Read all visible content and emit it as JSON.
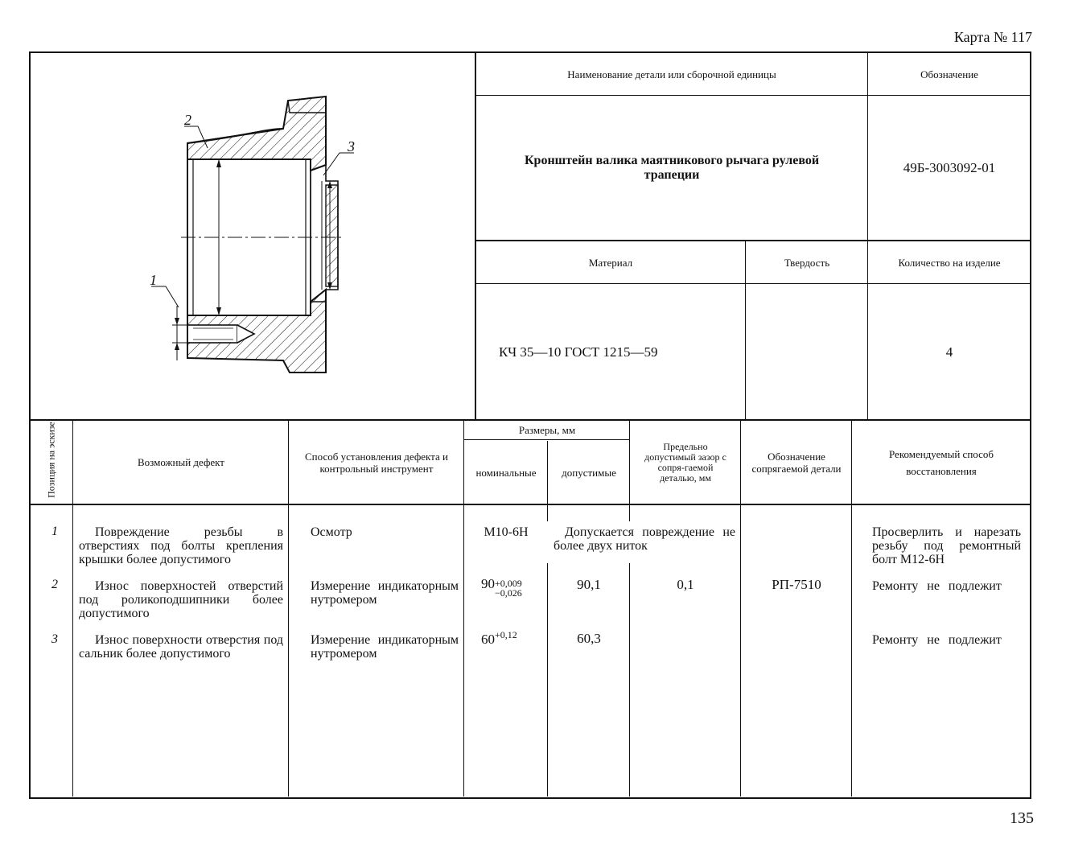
{
  "card_label": "Карта № 117",
  "page_number": "135",
  "header": {
    "part_name_label": "Наименование детали или сборочной единицы",
    "designation_label": "Обозначение",
    "part_name": "Кронштейн валика маятникового рычага рулевой трапеции",
    "designation": "49Б-3003092-01",
    "material_label": "Материал",
    "hardness_label": "Твердость",
    "quantity_label": "Количество на изделие",
    "material": "КЧ 35—10 ГОСТ 1215—59",
    "hardness": "",
    "quantity": "4"
  },
  "sketch": {
    "callouts": [
      "1",
      "2",
      "3"
    ]
  },
  "table": {
    "columns": {
      "position": "Позиция на эскизе",
      "defect": "Возможный дефект",
      "method": "Способ установления дефекта и контрольный инструмент",
      "sizes_group": "Размеры, мм",
      "nominal": "номинальные",
      "allowable": "допустимые",
      "max_gap": "Предельно допустимый зазор с сопря-гаемой деталью, мм",
      "mating_part": "Обозначение сопрягаемой детали",
      "repair": "Рекомендуемый способ восстановления"
    },
    "rows": [
      {
        "pos": "1",
        "defect": "Повреждение резьбы в отверстиях под болты крепления крышки более допустимого",
        "method": "Осмотр",
        "nominal": "М10-6Н",
        "allowable": "Допускается повреждение не более двух ниток",
        "gap": "",
        "mating": "",
        "repair": "Просверлить и нарезать резьбу под ремонтный болт М12-6Н"
      },
      {
        "pos": "2",
        "defect": "Износ поверхностей отверстий под роликоподшипники более допустимого",
        "method": "Измерение индикаторным нутромером",
        "nominal_base": "90",
        "nominal_upper": "+0,009",
        "nominal_lower": "−0,026",
        "allowable": "90,1",
        "gap": "0,1",
        "mating": "РП-7510",
        "repair": "Ремонту не подлежит"
      },
      {
        "pos": "3",
        "defect": "Износ поверхности отверстия под сальник более допустимого",
        "method": "Измерение индикаторным нутромером",
        "nominal_base": "60",
        "nominal_upper": "+0,12",
        "allowable": "60,3",
        "gap": "",
        "mating": "",
        "repair": "Ремонту не подлежит"
      }
    ]
  }
}
